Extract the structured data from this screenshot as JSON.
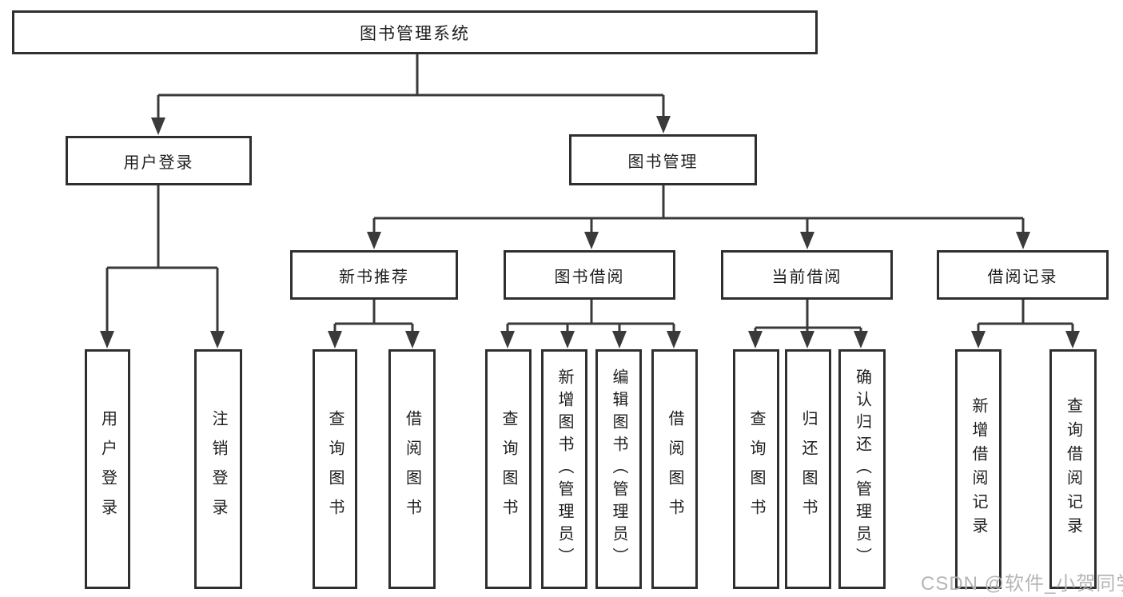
{
  "diagram": {
    "root": {
      "label": "图书管理系统"
    },
    "level2": [
      {
        "id": "user-login",
        "label": "用户登录"
      },
      {
        "id": "book-management",
        "label": "图书管理"
      }
    ],
    "level3": [
      {
        "id": "new-book-recommend",
        "label": "新书推荐",
        "parent": "图书管理"
      },
      {
        "id": "book-borrowing",
        "label": "图书借阅",
        "parent": "图书管理"
      },
      {
        "id": "current-borrowing",
        "label": "当前借阅",
        "parent": "图书管理"
      },
      {
        "id": "borrowing-records",
        "label": "借阅记录",
        "parent": "图书管理"
      }
    ],
    "leaves": [
      {
        "id": "leaf-user-login",
        "label": "用户登录",
        "parent": "用户登录"
      },
      {
        "id": "leaf-logout",
        "label": "注销登录",
        "parent": "用户登录"
      },
      {
        "id": "leaf-query-book-recommend",
        "label": "查询图书",
        "parent": "新书推荐"
      },
      {
        "id": "leaf-borrow-book-recommend",
        "label": "借阅图书",
        "parent": "新书推荐"
      },
      {
        "id": "leaf-query-book-borrowing",
        "label": "查询图书",
        "parent": "图书借阅"
      },
      {
        "id": "leaf-add-book-admin",
        "label": "新增图书（管理员）",
        "parent": "图书借阅"
      },
      {
        "id": "leaf-edit-book-admin",
        "label": "编辑图书（管理员）",
        "parent": "图书借阅"
      },
      {
        "id": "leaf-borrow-book-borrowing",
        "label": "借阅图书",
        "parent": "图书借阅"
      },
      {
        "id": "leaf-query-book-current",
        "label": "查询图书",
        "parent": "当前借阅"
      },
      {
        "id": "leaf-return-book",
        "label": "归还图书",
        "parent": "当前借阅"
      },
      {
        "id": "leaf-confirm-return-admin",
        "label": "确认归还（管理员）",
        "parent": "当前借阅"
      },
      {
        "id": "leaf-add-borrow-record",
        "label": "新增借阅记录",
        "parent": "借阅记录"
      },
      {
        "id": "leaf-query-borrow-record",
        "label": "查询借阅记录",
        "parent": "借阅记录"
      }
    ]
  },
  "watermark": {
    "text": "CSDN @软件_小贺同学"
  },
  "colors": {
    "line": "#3a3a3a",
    "box_border": "#2f2f2f",
    "box_fill": "#ffffff",
    "text": "#1e1e1e",
    "watermark": "#b5b5b5",
    "background": "#ffffff"
  }
}
